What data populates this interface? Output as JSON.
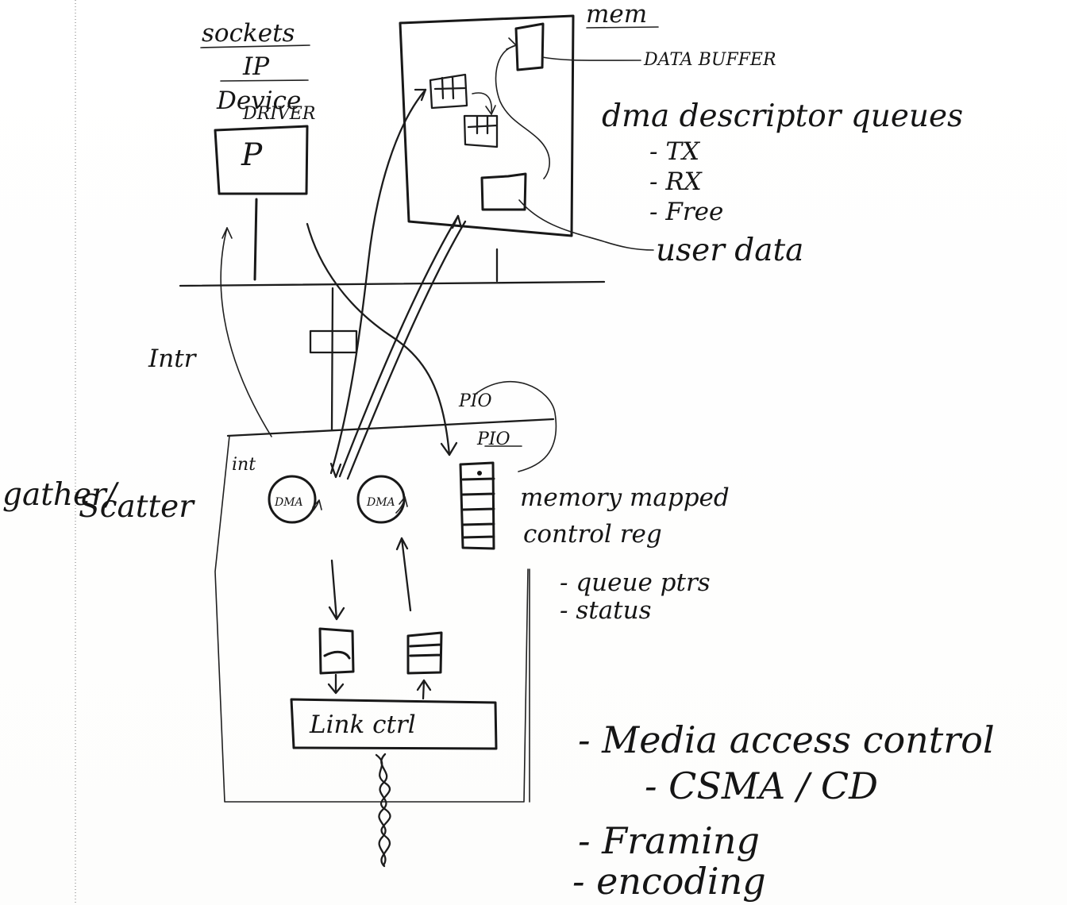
{
  "labels": {
    "sockets": "sockets",
    "ip": "IP",
    "device": "Device",
    "driver": "DRIVER",
    "p": "P",
    "mem": "mem",
    "data_buffer": "DATA BUFFER",
    "dma_descriptor_queues": "dma descriptor queues",
    "tx": "- TX",
    "rx": "- RX",
    "free": "- Free",
    "user_data": "user data",
    "intr": "Intr",
    "pio_upper": "PIO",
    "pio_lower": "PIO",
    "int": "int",
    "dma_left": "DMA",
    "dma_right": "DMA",
    "memory_mapped": "memory mapped",
    "control_reg": "control reg",
    "queue_ptrs": "- queue ptrs",
    "status": "- status",
    "gather_scatter_1": "gather/",
    "gather_scatter_2": "Scatter",
    "link_ctrl": "Link ctrl",
    "media_access": "- Media access control",
    "csma_cd": "- CSMA / CD",
    "framing": "- Framing",
    "encoding": "- encoding"
  }
}
